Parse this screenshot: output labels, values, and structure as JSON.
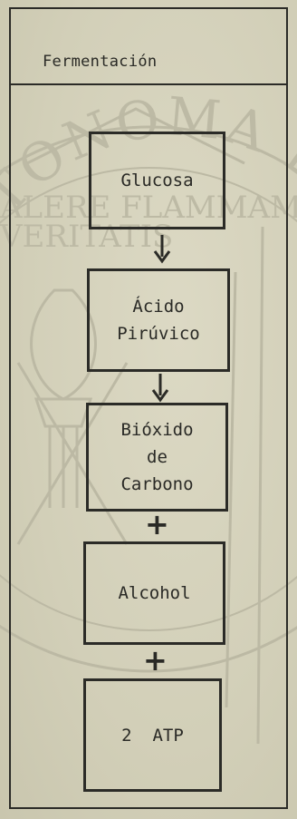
{
  "title": "Fermentación",
  "steps": [
    {
      "label": "Glucosa"
    },
    {
      "label": "Ácido\nPirúvico"
    },
    {
      "label": "Bióxido\nde\nCarbono"
    },
    {
      "label": "Alcohol"
    },
    {
      "label": "2  ATP"
    }
  ],
  "connectors": {
    "plus_1": "+",
    "plus_2": "+"
  },
  "watermark": {
    "arc_text": "AUTONOMA DE",
    "motto_1": "ALERE FLAMMAM",
    "motto_2": "VERITATIS"
  },
  "colors": {
    "paper": "#d6d3bd",
    "ink": "#2b2b27",
    "watermark": "#b9b6a1"
  }
}
